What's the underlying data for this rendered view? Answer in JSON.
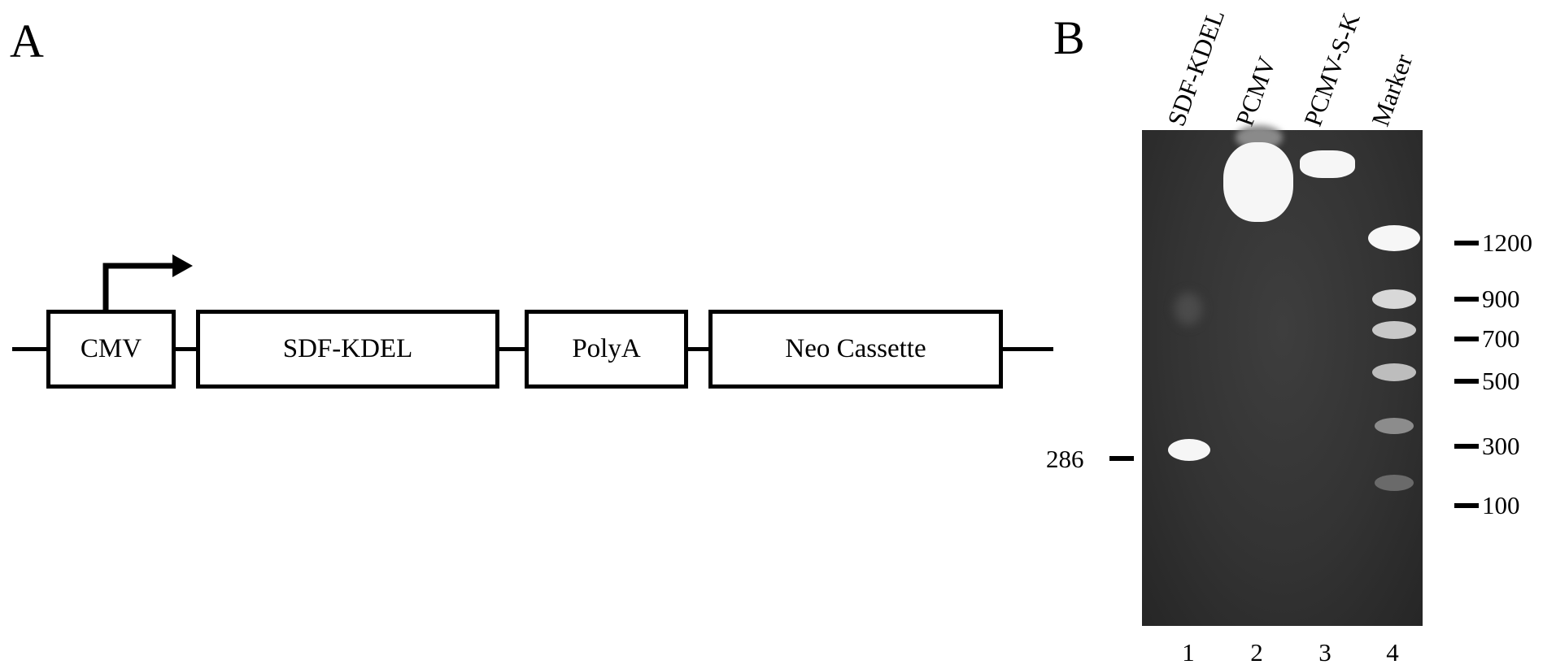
{
  "panel_a": {
    "label": "A",
    "elements": [
      "CMV",
      "SDF-KDEL",
      "PolyA",
      "Neo Cassette"
    ]
  },
  "panel_b": {
    "label": "B",
    "lanes": [
      {
        "number": "1",
        "name": "SDF-KDEL"
      },
      {
        "number": "2",
        "name": "PCMV"
      },
      {
        "number": "3",
        "name": "PCMV-S-K"
      },
      {
        "number": "4",
        "name": "Marker"
      }
    ],
    "band_size_left": "286",
    "marker_sizes": [
      "1200",
      "900",
      "700",
      "500",
      "300",
      "100"
    ]
  }
}
